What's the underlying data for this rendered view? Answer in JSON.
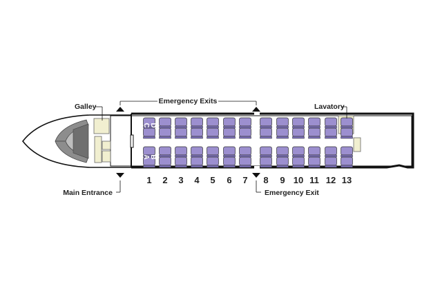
{
  "labels": {
    "galley": "Galley",
    "emergency_exits": "Emergency Exits",
    "lavatory": "Lavatory",
    "main_entrance": "Main Entrance",
    "emergency_exit": "Emergency Exit"
  },
  "seat_letters": {
    "top": [
      "C",
      "D"
    ],
    "bottom": [
      "A",
      "B"
    ]
  },
  "rows": [
    "1",
    "2",
    "3",
    "4",
    "5",
    "6",
    "7",
    "8",
    "9",
    "10",
    "11",
    "12",
    "13"
  ],
  "colors": {
    "seat_fill": "#9c8fcf",
    "seat_shade": "#7a6fb6",
    "galley_fill": "#f1efd0",
    "lavatory_fill": "#f1efd0",
    "outline": "#111111"
  }
}
